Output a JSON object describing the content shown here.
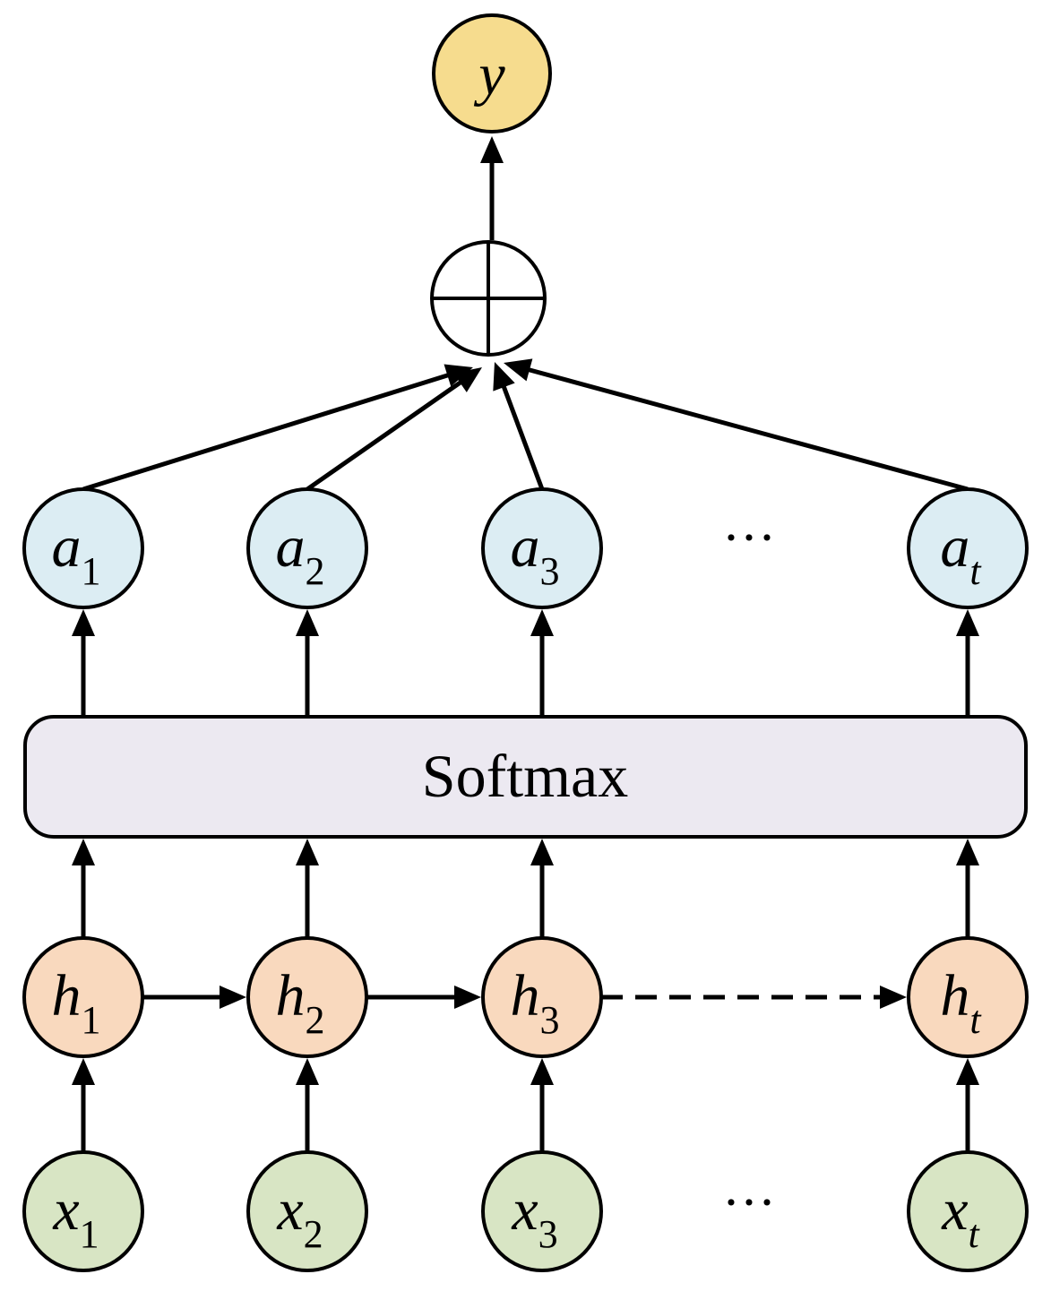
{
  "colors": {
    "output": "#F6DC8E",
    "attention": "#DCEDF3",
    "hidden": "#F9D9BE",
    "input": "#D8E5C4",
    "softmax_box": "#ECE9F1",
    "sum_node": "#FFFFFF"
  },
  "output": {
    "main": "y"
  },
  "sum_node": {
    "symbol": "circle-plus-icon"
  },
  "softmax": {
    "label": "Softmax"
  },
  "attention_weights": [
    {
      "main": "a",
      "sub": "1"
    },
    {
      "main": "a",
      "sub": "2"
    },
    {
      "main": "a",
      "sub": "3"
    },
    {
      "main": "a",
      "sub": "t"
    }
  ],
  "hidden_states": [
    {
      "main": "h",
      "sub": "1"
    },
    {
      "main": "h",
      "sub": "2"
    },
    {
      "main": "h",
      "sub": "3"
    },
    {
      "main": "h",
      "sub": "t"
    }
  ],
  "inputs": [
    {
      "main": "x",
      "sub": "1"
    },
    {
      "main": "x",
      "sub": "2"
    },
    {
      "main": "x",
      "sub": "3"
    },
    {
      "main": "x",
      "sub": "t"
    }
  ],
  "ellipsis": "···"
}
